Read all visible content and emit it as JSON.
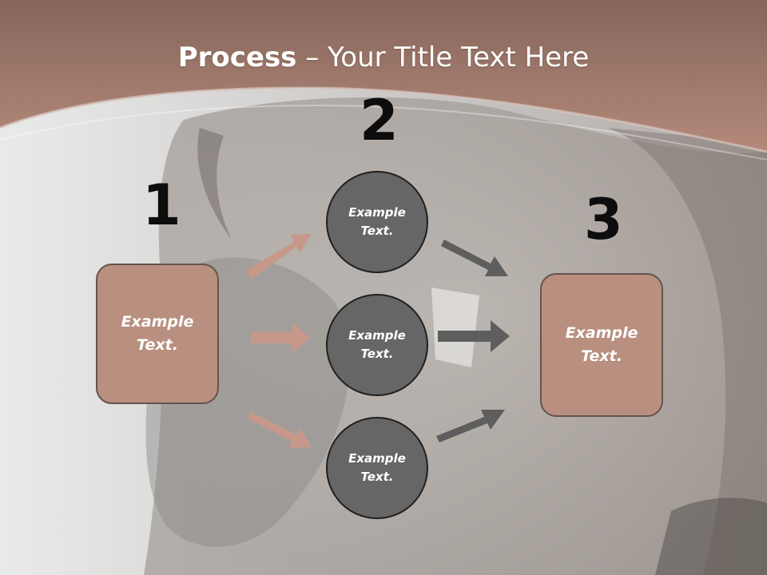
{
  "slide": {
    "title_bold": "Process",
    "title_rest": " – Your Title Text Here"
  },
  "numbers": [
    "1",
    "2",
    "3"
  ],
  "source_box": {
    "text": "Example\nText."
  },
  "middle_circles": [
    {
      "text": "Example\nText."
    },
    {
      "text": "Example\nText."
    },
    {
      "text": "Example\nText."
    }
  ],
  "target_box": {
    "text": "Example\nText."
  },
  "colors": {
    "header_band": "#9b6f5f",
    "box_fill": "#b98f7f",
    "circle_fill": "#666666",
    "arrow_in": "#c7988a",
    "arrow_out": "#5e5e5e"
  }
}
